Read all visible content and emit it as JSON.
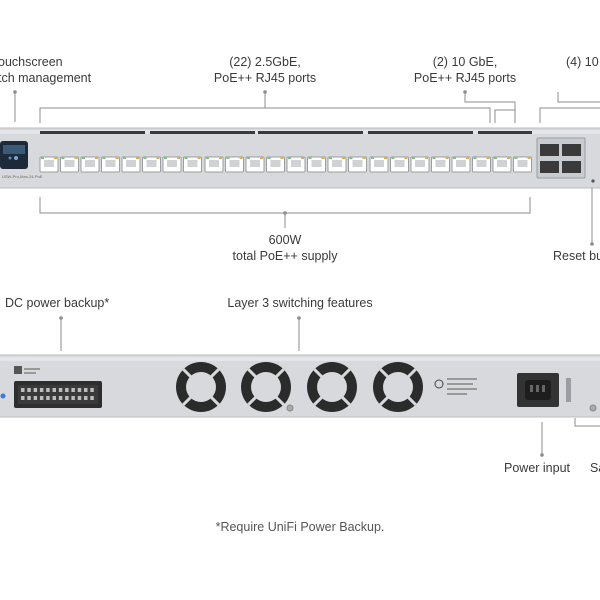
{
  "front_labels": {
    "touchscreen": [
      "ouchscreen",
      "tch management"
    ],
    "ports_25g": [
      "(22) 2.5GbE,",
      "PoE++ RJ45 ports"
    ],
    "ports_10g": [
      "(2)  10 GbE,",
      "PoE++ RJ45 ports"
    ],
    "sfp": [
      "(4) 10"
    ],
    "poe_budget": [
      "600W",
      "total PoE++ supply"
    ],
    "reset": "Reset bu"
  },
  "rear_labels": {
    "dc_backup": "DC power backup*",
    "layer3": "Layer 3 switching features",
    "power_input": "Power input",
    "safety": "Sa"
  },
  "device_model": "USW-Pro-Max-24-PoE",
  "footnote": "*Require UniFi Power Backup.",
  "colors": {
    "chassis": "#d7d9dc",
    "chassis_edge": "#b9bcc0",
    "port": "#ffffff",
    "fan": "#2b2b2b",
    "line": "#8c8c8c",
    "screen": "#1c2a3a"
  }
}
